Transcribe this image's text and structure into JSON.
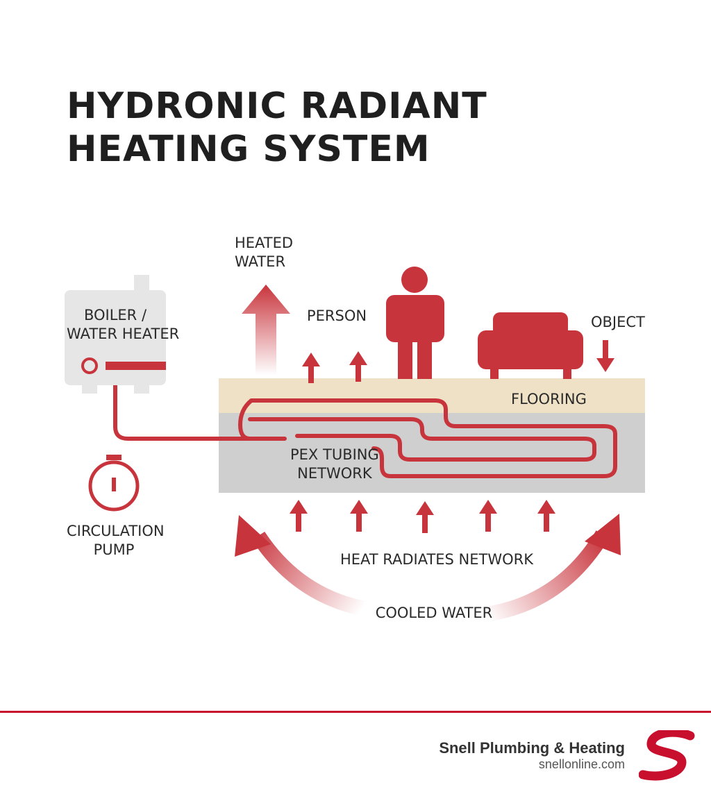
{
  "title": {
    "line1": "HYDRONIC RADIANT",
    "line2": "HEATING SYSTEM"
  },
  "labels": {
    "heated_water": {
      "line1": "HEATED",
      "line2": "WATER"
    },
    "person": "PERSON",
    "object": "OBJECT",
    "boiler": {
      "line1": "BOILER /",
      "line2": "WATER HEATER"
    },
    "flooring": "FLOORING",
    "pex": {
      "line1": "PEX TUBING",
      "line2": "NETWORK"
    },
    "pump": {
      "line1": "CIRCULATION",
      "line2": "PUMP"
    },
    "heat_radiates": "HEAT RADIATES NETWORK",
    "cooled_water": "COOLED WATER"
  },
  "footer": {
    "brand": "Snell Plumbing & Heating",
    "url": "snellonline.com"
  },
  "colors": {
    "accent": "#c8343c",
    "flooring": "#efe1c6",
    "slab": "#cfcfcf",
    "boiler": "#e6e6e6",
    "footer_line": "#c8102e"
  },
  "icons": [
    "up-arrow-icon",
    "down-arrow-icon",
    "person-icon",
    "armchair-icon",
    "pump-icon",
    "snell-logo-icon"
  ]
}
